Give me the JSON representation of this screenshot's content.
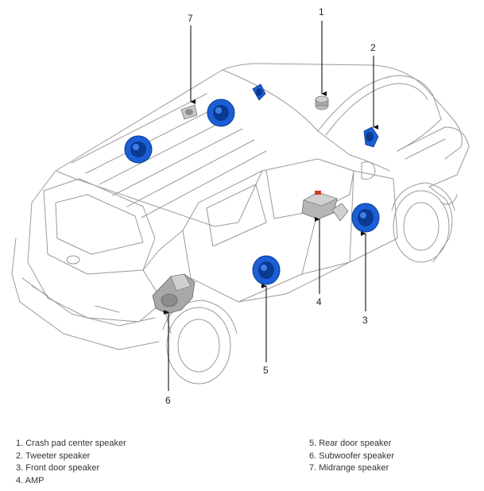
{
  "callouts": [
    "1",
    "2",
    "3",
    "4",
    "5",
    "6",
    "7"
  ],
  "legend": {
    "left": [
      "1. Crash pad center speaker",
      "2. Tweeter speaker",
      "3. Front door speaker",
      "4. AMP"
    ],
    "right": [
      "5. Rear door speaker",
      "6. Subwoofer speaker",
      "7. Midrange speaker"
    ]
  },
  "colors": {
    "outline": "#9a9a9a",
    "speaker": "#1a5fd6",
    "speaker_dark": "#0b3a91",
    "grey_part": "#a8a8a8",
    "red_connector": "#d23a2a"
  }
}
